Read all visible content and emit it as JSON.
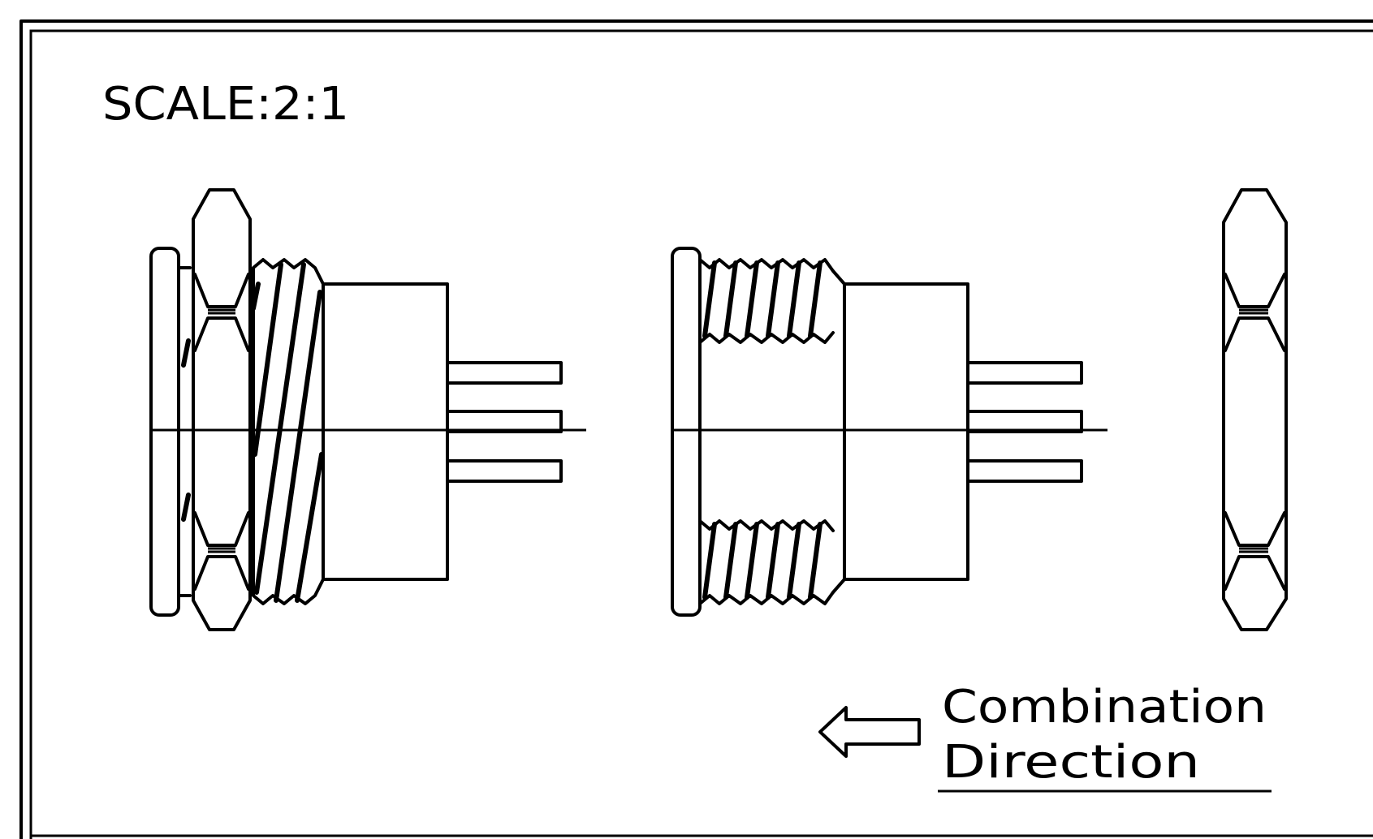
{
  "scale_label": "SCALE:2:1",
  "direction_label": {
    "line1": "Combination",
    "line2": "Direction"
  },
  "colors": {
    "line": "#000000",
    "background": "#ffffff"
  },
  "icons": [
    "left-arrow-icon"
  ]
}
